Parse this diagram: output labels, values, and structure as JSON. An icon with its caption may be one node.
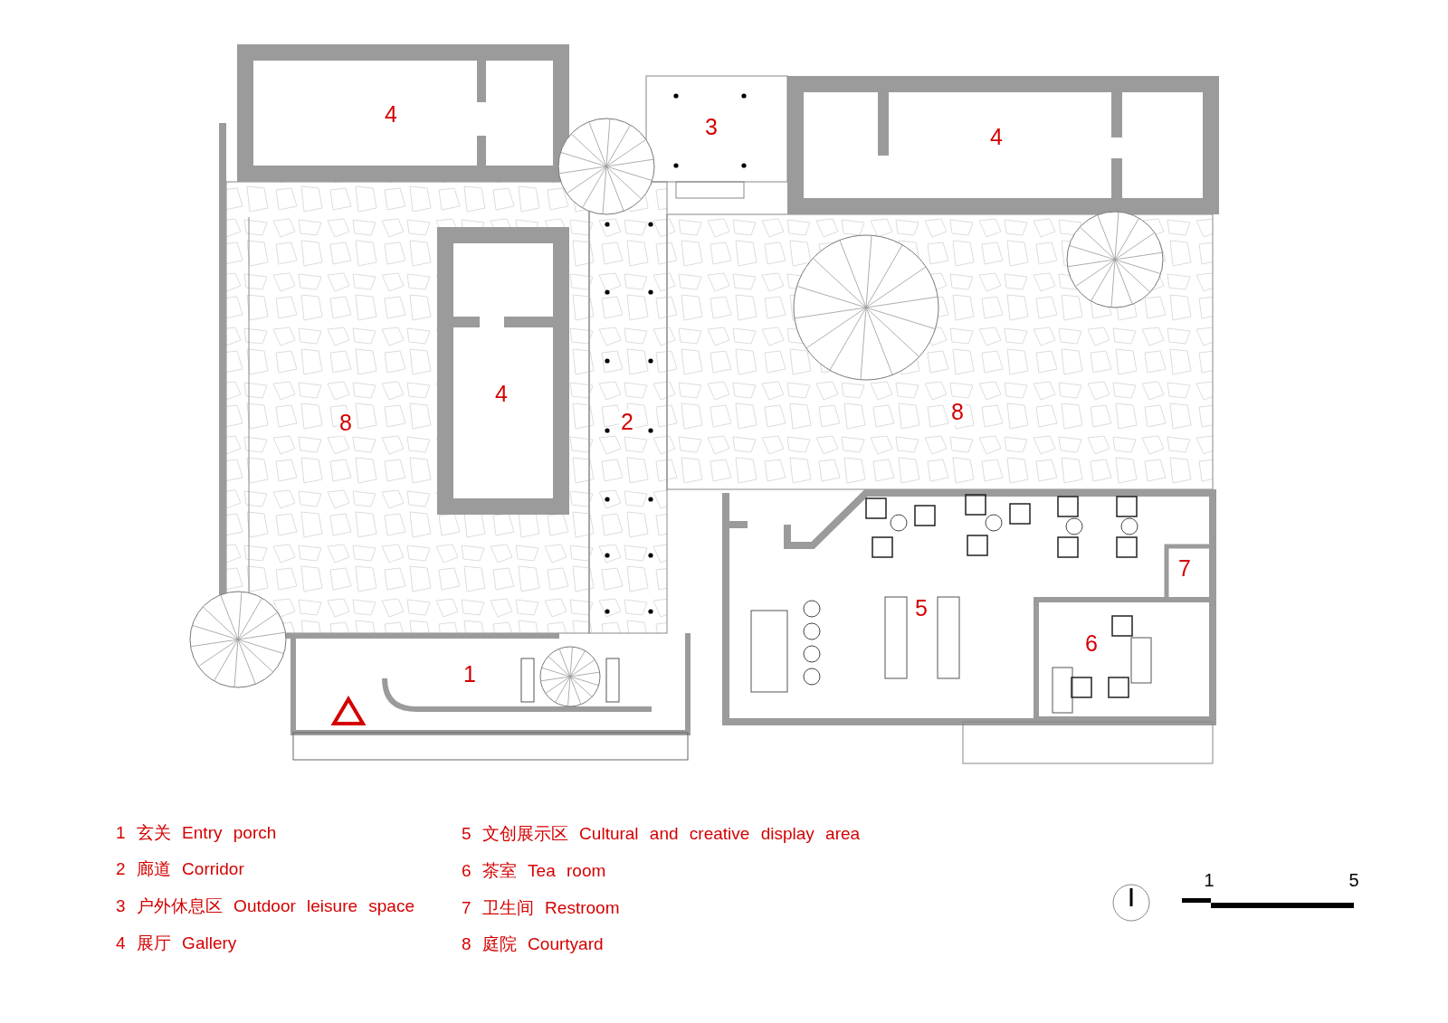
{
  "diagram": {
    "labels": [
      "4",
      "3",
      "4",
      "4",
      "2",
      "8",
      "8",
      "5",
      "7",
      "1",
      "6",
      "1 玄关 Entry porch",
      "2 廊道 Corridor",
      "3 户外休息区 Outdoor leisure space",
      "4 展厅 Gallery",
      "5 文创展示区 Cultural and creative display area",
      "6 茶室 Tea room",
      "7 卫生间 Restroom",
      "8 庭院 Courtyard",
      "1",
      "5"
    ]
  }
}
